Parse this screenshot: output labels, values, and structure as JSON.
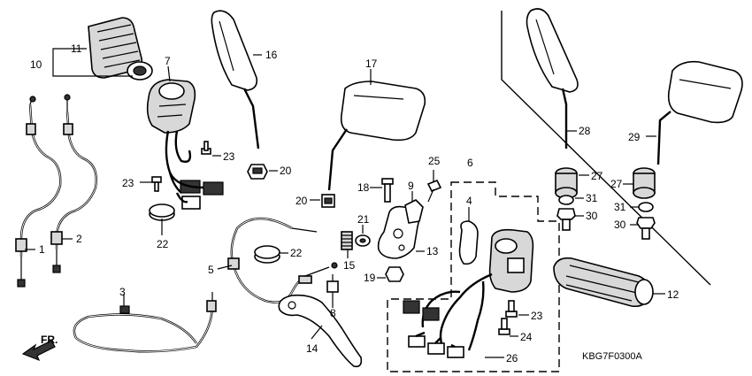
{
  "diagram": {
    "callouts": [
      "1",
      "2",
      "3",
      "4",
      "5",
      "6",
      "7",
      "8",
      "9",
      "10",
      "11",
      "12",
      "13",
      "14",
      "15",
      "16",
      "17",
      "18",
      "19",
      "20",
      "20",
      "21",
      "22",
      "22",
      "23",
      "23",
      "23",
      "24",
      "25",
      "26",
      "27",
      "27",
      "28",
      "29",
      "30",
      "30",
      "31",
      "31"
    ],
    "figure_code": "KBG7F0300A",
    "direction_label": "FR."
  }
}
